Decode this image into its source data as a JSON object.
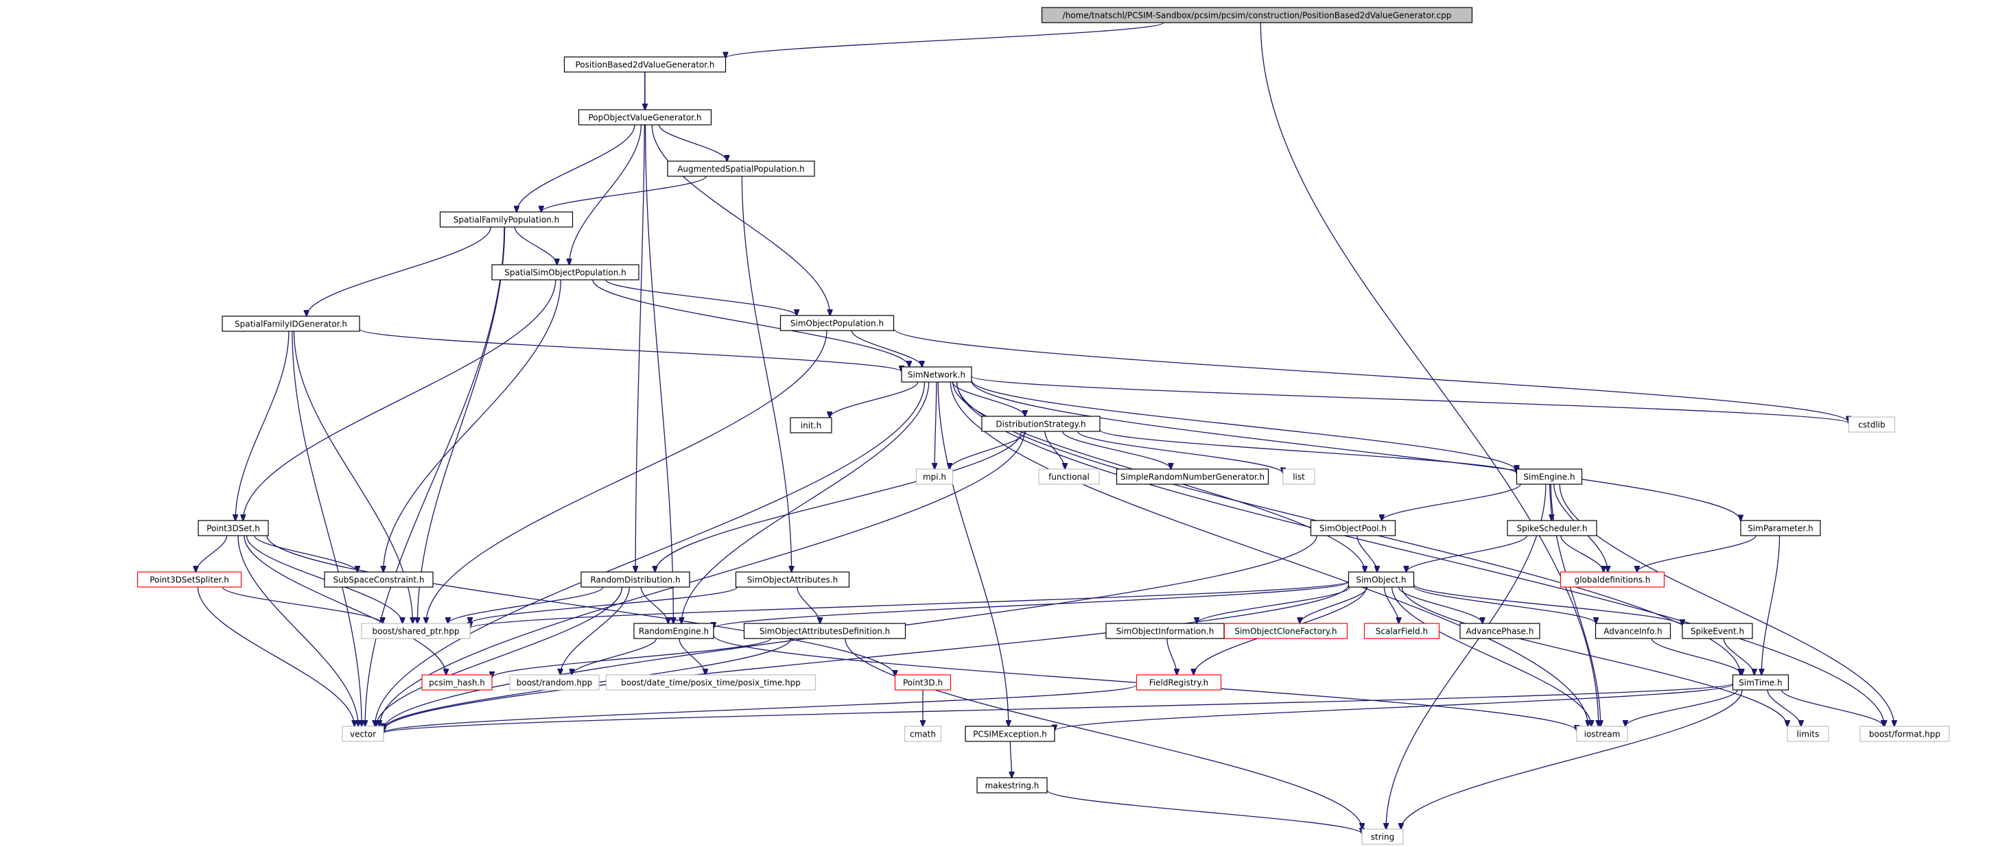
{
  "diagram": {
    "type": "include-dependency-graph",
    "colors": {
      "edge": "#191970",
      "node_border_documented": "#000000",
      "node_border_undocumented": "#bfbfbf",
      "node_border_incomplete": "#ff0000",
      "root_fill": "#bfbfbf",
      "fill": "#ffffff"
    },
    "nodes": [
      {
        "id": "root",
        "label": "/home/tnatschl/PCSIM-Sandbox/pcsim/pcsim/construction/PositionBased2dValueGenerator.cpp",
        "style": "root"
      },
      {
        "id": "pb2d",
        "label": "PositionBased2dValueGenerator.h",
        "style": "documented"
      },
      {
        "id": "pov",
        "label": "PopObjectValueGenerator.h",
        "style": "documented"
      },
      {
        "id": "asp",
        "label": "AugmentedSpatialPopulation.h",
        "style": "documented"
      },
      {
        "id": "sfp",
        "label": "SpatialFamilyPopulation.h",
        "style": "documented"
      },
      {
        "id": "ssop",
        "label": "SpatialSimObjectPopulation.h",
        "style": "documented"
      },
      {
        "id": "sfid",
        "label": "SpatialFamilyIDGenerator.h",
        "style": "documented"
      },
      {
        "id": "sop",
        "label": "SimObjectPopulation.h",
        "style": "documented"
      },
      {
        "id": "simnet",
        "label": "SimNetwork.h",
        "style": "documented"
      },
      {
        "id": "cstdlib",
        "label": "cstdlib",
        "style": "undocumented"
      },
      {
        "id": "init",
        "label": "init.h",
        "style": "documented"
      },
      {
        "id": "diststrat",
        "label": "DistributionStrategy.h",
        "style": "documented"
      },
      {
        "id": "mpi",
        "label": "mpi.h",
        "style": "undocumented"
      },
      {
        "id": "functional",
        "label": "functional",
        "style": "undocumented"
      },
      {
        "id": "srng",
        "label": "SimpleRandomNumberGenerator.h",
        "style": "documented"
      },
      {
        "id": "list",
        "label": "list",
        "style": "undocumented"
      },
      {
        "id": "simengine",
        "label": "SimEngine.h",
        "style": "documented"
      },
      {
        "id": "p3dset",
        "label": "Point3DSet.h",
        "style": "documented"
      },
      {
        "id": "sopool",
        "label": "SimObjectPool.h",
        "style": "documented"
      },
      {
        "id": "spikesched",
        "label": "SpikeScheduler.h",
        "style": "documented"
      },
      {
        "id": "simparam",
        "label": "SimParameter.h",
        "style": "documented"
      },
      {
        "id": "p3dspl",
        "label": "Point3DSetSpliter.h",
        "style": "incomplete"
      },
      {
        "id": "subspace",
        "label": "SubSpaceConstraint.h",
        "style": "documented"
      },
      {
        "id": "randdist",
        "label": "RandomDistribution.h",
        "style": "documented"
      },
      {
        "id": "soattr",
        "label": "SimObjectAttributes.h",
        "style": "documented"
      },
      {
        "id": "simobj",
        "label": "SimObject.h",
        "style": "documented"
      },
      {
        "id": "globdefs",
        "label": "globaldefinitions.h",
        "style": "incomplete"
      },
      {
        "id": "sharedptr",
        "label": "boost/shared_ptr.hpp",
        "style": "undocumented"
      },
      {
        "id": "randeng",
        "label": "RandomEngine.h",
        "style": "documented"
      },
      {
        "id": "soattrdef",
        "label": "SimObjectAttributesDefinition.h",
        "style": "documented"
      },
      {
        "id": "soinfo",
        "label": "SimObjectInformation.h",
        "style": "documented"
      },
      {
        "id": "soclone",
        "label": "SimObjectCloneFactory.h",
        "style": "incomplete"
      },
      {
        "id": "scalarfield",
        "label": "ScalarField.h",
        "style": "incomplete"
      },
      {
        "id": "advphase",
        "label": "AdvancePhase.h",
        "style": "documented"
      },
      {
        "id": "advinfo",
        "label": "AdvanceInfo.h",
        "style": "documented"
      },
      {
        "id": "spikeevent",
        "label": "SpikeEvent.h",
        "style": "documented"
      },
      {
        "id": "pcsimhash",
        "label": "pcsim_hash.h",
        "style": "incomplete"
      },
      {
        "id": "boostrandom",
        "label": "boost/random.hpp",
        "style": "undocumented"
      },
      {
        "id": "posixtime",
        "label": "boost/date_time/posix_time/posix_time.hpp",
        "style": "undocumented"
      },
      {
        "id": "point3d",
        "label": "Point3D.h",
        "style": "incomplete"
      },
      {
        "id": "fieldreg",
        "label": "FieldRegistry.h",
        "style": "incomplete"
      },
      {
        "id": "simtime",
        "label": "SimTime.h",
        "style": "documented"
      },
      {
        "id": "vector",
        "label": "vector",
        "style": "undocumented"
      },
      {
        "id": "cmath",
        "label": "cmath",
        "style": "undocumented"
      },
      {
        "id": "pcsimexc",
        "label": "PCSIMException.h",
        "style": "documented"
      },
      {
        "id": "iostream",
        "label": "iostream",
        "style": "undocumented"
      },
      {
        "id": "limits",
        "label": "limits",
        "style": "undocumented"
      },
      {
        "id": "boostformat",
        "label": "boost/format.hpp",
        "style": "undocumented"
      },
      {
        "id": "makestring",
        "label": "makestring.h",
        "style": "documented"
      },
      {
        "id": "string",
        "label": "string",
        "style": "undocumented"
      }
    ],
    "edges": [
      [
        "root",
        "pb2d"
      ],
      [
        "root",
        "iostream"
      ],
      [
        "pb2d",
        "pov"
      ],
      [
        "pb2d",
        "randdist"
      ],
      [
        "pov",
        "asp"
      ],
      [
        "pov",
        "sfp"
      ],
      [
        "pov",
        "ssop"
      ],
      [
        "pov",
        "sop"
      ],
      [
        "pov",
        "randeng"
      ],
      [
        "asp",
        "sfp"
      ],
      [
        "asp",
        "soattr"
      ],
      [
        "sfp",
        "ssop"
      ],
      [
        "sfp",
        "sfid"
      ],
      [
        "sfp",
        "vector"
      ],
      [
        "sfp",
        "sharedptr"
      ],
      [
        "ssop",
        "sop"
      ],
      [
        "ssop",
        "simnet"
      ],
      [
        "ssop",
        "p3dset"
      ],
      [
        "ssop",
        "subspace"
      ],
      [
        "sfid",
        "simnet"
      ],
      [
        "sfid",
        "p3dset"
      ],
      [
        "sfid",
        "sharedptr"
      ],
      [
        "sfid",
        "vector"
      ],
      [
        "sop",
        "simnet"
      ],
      [
        "sop",
        "sharedptr"
      ],
      [
        "sop",
        "cstdlib"
      ],
      [
        "simnet",
        "init"
      ],
      [
        "simnet",
        "diststrat"
      ],
      [
        "simnet",
        "mpi"
      ],
      [
        "simnet",
        "cstdlib"
      ],
      [
        "simnet",
        "simengine"
      ],
      [
        "simnet",
        "simobj"
      ],
      [
        "simnet",
        "simparam"
      ],
      [
        "simnet",
        "vector"
      ],
      [
        "simnet",
        "randeng"
      ],
      [
        "simnet",
        "pcsimexc"
      ],
      [
        "simnet",
        "iostream"
      ],
      [
        "simnet",
        "simtime"
      ],
      [
        "simnet",
        "boostformat"
      ],
      [
        "diststrat",
        "mpi"
      ],
      [
        "diststrat",
        "functional"
      ],
      [
        "diststrat",
        "srng"
      ],
      [
        "diststrat",
        "list"
      ],
      [
        "diststrat",
        "simengine"
      ],
      [
        "diststrat",
        "randdist"
      ],
      [
        "diststrat",
        "vector"
      ],
      [
        "simengine",
        "sopool"
      ],
      [
        "simengine",
        "spikesched"
      ],
      [
        "simengine",
        "globdefs"
      ],
      [
        "simengine",
        "iostream"
      ],
      [
        "simengine",
        "string"
      ],
      [
        "simengine",
        "boostformat"
      ],
      [
        "p3dset",
        "p3dspl"
      ],
      [
        "p3dset",
        "subspace"
      ],
      [
        "p3dset",
        "sharedptr"
      ],
      [
        "p3dset",
        "vector"
      ],
      [
        "p3dset",
        "pcsimhash"
      ],
      [
        "p3dset",
        "point3d"
      ],
      [
        "p3dspl",
        "sharedptr"
      ],
      [
        "p3dspl",
        "vector"
      ],
      [
        "sopool",
        "simobj"
      ],
      [
        "sopool",
        "vector"
      ],
      [
        "spikesched",
        "simobj"
      ],
      [
        "spikesched",
        "globdefs"
      ],
      [
        "simparam",
        "globdefs"
      ],
      [
        "simparam",
        "simtime"
      ],
      [
        "randdist",
        "randeng"
      ],
      [
        "randdist",
        "sharedptr"
      ],
      [
        "randdist",
        "boostrandom"
      ],
      [
        "randdist",
        "vector"
      ],
      [
        "soattr",
        "sharedptr"
      ],
      [
        "soattr",
        "soattrdef"
      ],
      [
        "simobj",
        "sharedptr"
      ],
      [
        "simobj",
        "randeng"
      ],
      [
        "simobj",
        "soinfo"
      ],
      [
        "simobj",
        "soclone"
      ],
      [
        "simobj",
        "scalarfield"
      ],
      [
        "simobj",
        "advphase"
      ],
      [
        "simobj",
        "advinfo"
      ],
      [
        "simobj",
        "spikeevent"
      ],
      [
        "simobj",
        "fieldreg"
      ],
      [
        "simobj",
        "vector"
      ],
      [
        "simobj",
        "iostream"
      ],
      [
        "simobj",
        "limits"
      ],
      [
        "randeng",
        "boostrandom"
      ],
      [
        "randeng",
        "posixtime"
      ],
      [
        "randeng",
        "iostream"
      ],
      [
        "soattrdef",
        "pcsimhash"
      ],
      [
        "soattrdef",
        "vector"
      ],
      [
        "soattrdef",
        "string"
      ],
      [
        "soinfo",
        "fieldreg"
      ],
      [
        "advinfo",
        "simtime"
      ],
      [
        "spikeevent",
        "simtime"
      ],
      [
        "fieldreg",
        "vector"
      ],
      [
        "point3d",
        "cmath"
      ],
      [
        "simtime",
        "iostream"
      ],
      [
        "simtime",
        "limits"
      ],
      [
        "simtime",
        "boostformat"
      ],
      [
        "simtime",
        "string"
      ],
      [
        "simtime",
        "pcsimexc"
      ],
      [
        "simtime",
        "vector"
      ],
      [
        "pcsimexc",
        "makestring"
      ],
      [
        "makestring",
        "string"
      ]
    ]
  }
}
